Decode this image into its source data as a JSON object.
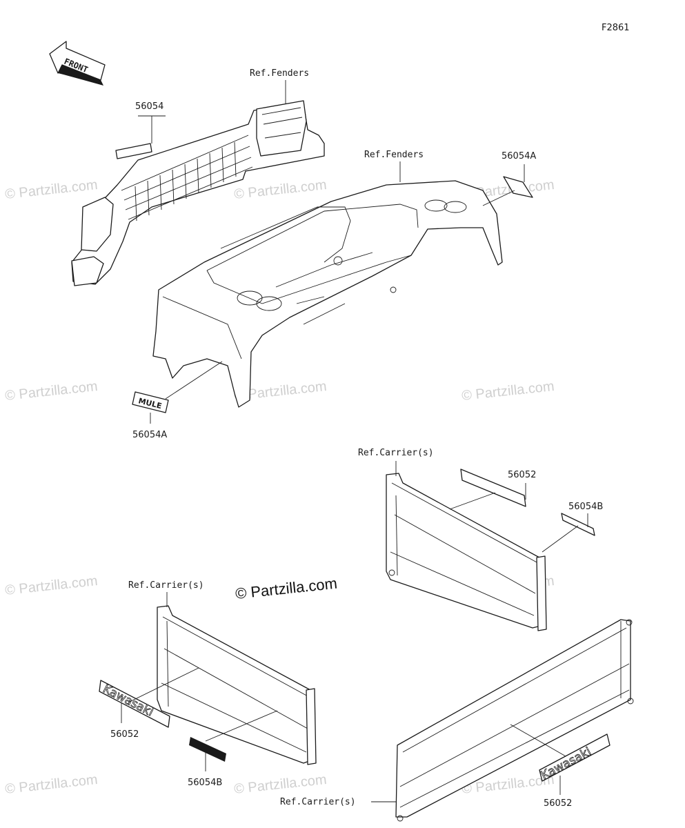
{
  "diagram_id": "F2861",
  "front_arrow_label": "FRONT",
  "watermark_text": "© Partzilla.com",
  "main_watermark_text": "© Partzilla.com",
  "labels": {
    "ref_fenders_top": "Ref.Fenders",
    "ref_fenders_mid": "Ref.Fenders",
    "ref_carrier_right": "Ref.Carrier(s)",
    "ref_carrier_left": "Ref.Carrier(s)",
    "ref_carrier_bottom": "Ref.Carrier(s)"
  },
  "part_numbers": {
    "front_grille_decal": "56054",
    "fender_decal_right": "56054A",
    "mule_decal": "56054A",
    "right_gate_decal_top": "56052",
    "right_gate_decal_small": "56054B",
    "left_gate_kawasaki": "56052",
    "left_gate_small": "56054B",
    "bottom_gate_kawasaki": "56052"
  },
  "decal_texts": {
    "kawasaki_left": "Kawasaki",
    "kawasaki_bottom": "Kawasaki",
    "mule": "MULE"
  }
}
